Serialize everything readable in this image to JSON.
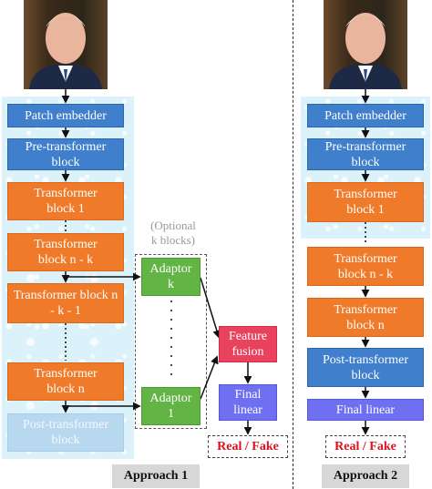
{
  "approach1": {
    "patch_embedder": "Patch embedder",
    "pre_transformer": "Pre-transformer block",
    "transformer_1": "Transformer block 1",
    "transformer_n_k": "Transformer block n - k",
    "transformer_n_k_1": "Transformer block n - k - 1",
    "transformer_n": "Transformer block n",
    "post_transformer": "Post-transformer block",
    "optional_note_line1": "(Optional",
    "optional_note_line2": "k blocks)",
    "adaptor_k": "Adaptor k",
    "adaptor_1": "Adaptor 1",
    "feature_fusion": "Feature fusion",
    "final_linear": "Final linear",
    "output": "Real / Fake",
    "label": "Approach 1"
  },
  "approach2": {
    "patch_embedder": "Patch embedder",
    "pre_transformer": "Pre-transformer block",
    "transformer_1": "Transformer block 1",
    "transformer_n_k": "Transformer block n - k",
    "transformer_n": "Transformer block n",
    "post_transformer": "Post-transformer block",
    "final_linear": "Final linear",
    "output": "Real / Fake",
    "label": "Approach 2"
  },
  "colors": {
    "blue": "#3f7fcc",
    "orange": "#ef7a2a",
    "green": "#62b444",
    "pink": "#e8425d",
    "violet": "#6f6ff2",
    "output_text": "#e0101c",
    "frozen_background": "#dcf2fa"
  }
}
